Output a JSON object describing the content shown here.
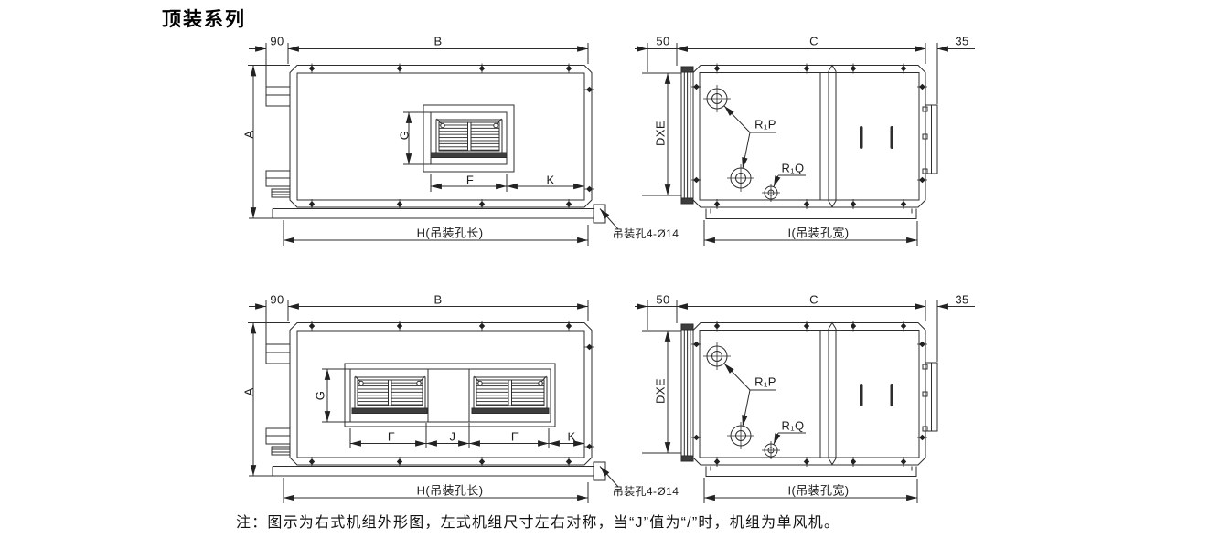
{
  "title": "顶装系列",
  "note": "注：图示为右式机组外形图，左式机组尺寸左右对称，当“J”值为“/”时，机组为单风机。",
  "dims": {
    "left_offset": "90",
    "body_length": "B",
    "height": "A",
    "grille_height": "G",
    "grille_width": "F",
    "fan_gap": "J",
    "right_gap": "K",
    "hanging_length": "H(吊装孔长)",
    "hanging_hole": "吊装孔4-Ø14",
    "front_offset": "50",
    "body_width": "C",
    "flange_depth": "35",
    "coil_area": "DXE",
    "pipe_main": "R₁P",
    "pipe_drain": "R₁Q",
    "hanging_width": "I(吊装孔宽)"
  },
  "line_color": "#2d2d2d"
}
